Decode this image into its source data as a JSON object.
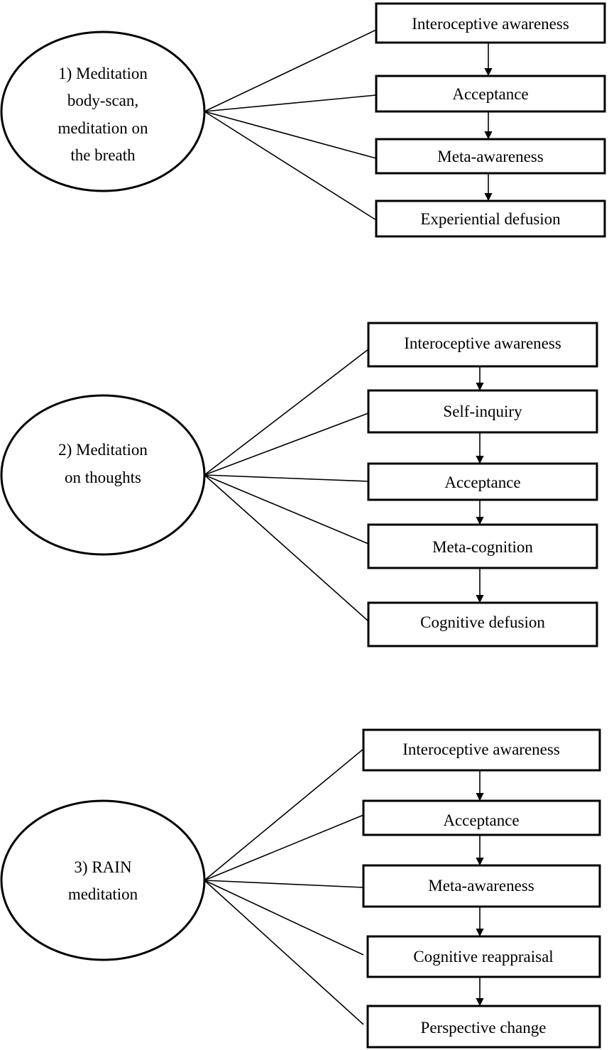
{
  "panels": [
    {
      "technique_lines": [
        "1) Meditation",
        "body-scan,",
        "meditation on",
        "the breath"
      ],
      "steps": [
        "Interoceptive awareness",
        "Acceptance",
        "Meta-awareness",
        "Experiential defusion"
      ]
    },
    {
      "technique_lines": [
        "2) Meditation",
        "on thoughts"
      ],
      "steps": [
        "Interoceptive awareness",
        "Self-inquiry",
        "Acceptance",
        "Meta-cognition",
        "Cognitive defusion"
      ]
    },
    {
      "technique_lines": [
        "3) RAIN",
        "meditation"
      ],
      "steps": [
        "Interoceptive awareness",
        "Acceptance",
        "Meta-awareness",
        "Cognitive reappraisal",
        "Perspective change"
      ]
    }
  ],
  "colors": {
    "stroke": "#000000",
    "fill": "#ffffff"
  }
}
